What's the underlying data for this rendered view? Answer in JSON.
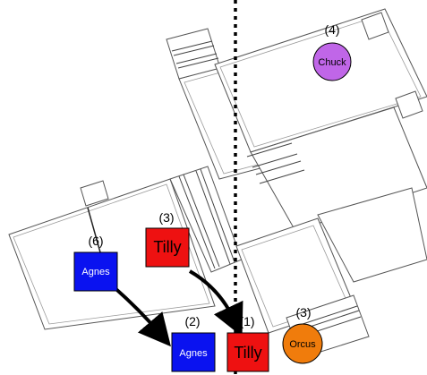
{
  "tokens": [
    {
      "id": "chuck",
      "label": "Chuck",
      "number": "(4)",
      "shape": "circle",
      "color": "#c066e8"
    },
    {
      "id": "tilly-start",
      "label": "Tilly",
      "number": "(3)",
      "shape": "square",
      "color": "#ee1111"
    },
    {
      "id": "agnes-start",
      "label": "Agnes",
      "number": "(6)",
      "shape": "square",
      "color": "#0a12f0"
    },
    {
      "id": "agnes-end",
      "label": "Agnes",
      "number": "(2)",
      "shape": "square",
      "color": "#0a12f0"
    },
    {
      "id": "tilly-end",
      "label": "Tilly",
      "number": "(1)",
      "shape": "square",
      "color": "#ee1111"
    },
    {
      "id": "orcus",
      "label": "Orcus",
      "number": "(3)",
      "shape": "circle",
      "color": "#f07c0c"
    }
  ],
  "moves": [
    {
      "from": "agnes-start",
      "to": "agnes-end"
    },
    {
      "from": "tilly-start",
      "to": "tilly-end"
    }
  ],
  "divider": {
    "style": "dotted",
    "color": "#000000"
  }
}
